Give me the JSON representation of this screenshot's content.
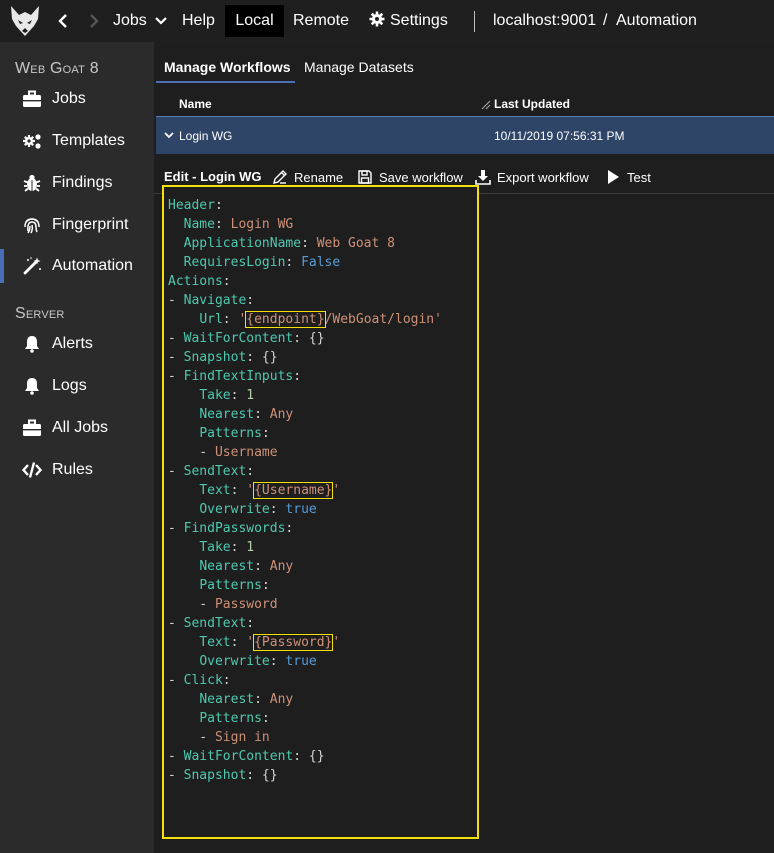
{
  "topbar": {
    "menu": [
      {
        "label": "Jobs"
      },
      {
        "label": "Help"
      },
      {
        "label": "Local"
      },
      {
        "label": "Remote"
      },
      {
        "label": "Settings"
      }
    ],
    "breadcrumb": {
      "host": "localhost:9001",
      "separator": "/",
      "page": "Automation"
    }
  },
  "sidebar": {
    "sections": [
      {
        "label": "Web Goat 8",
        "items": [
          {
            "label": "Jobs",
            "icon": "briefcase-icon"
          },
          {
            "label": "Templates",
            "icon": "gears-icon"
          },
          {
            "label": "Findings",
            "icon": "bug-icon"
          },
          {
            "label": "Fingerprint",
            "icon": "fingerprint-icon"
          },
          {
            "label": "Automation",
            "icon": "magic-wand-icon",
            "active": true
          }
        ]
      },
      {
        "label": "Server",
        "items": [
          {
            "label": "Alerts",
            "icon": "bell-icon"
          },
          {
            "label": "Logs",
            "icon": "bell-icon"
          },
          {
            "label": "All Jobs",
            "icon": "briefcase-icon"
          },
          {
            "label": "Rules",
            "icon": "code-icon"
          }
        ]
      }
    ]
  },
  "main": {
    "tabs": [
      {
        "label": "Manage Workflows",
        "active": true
      },
      {
        "label": "Manage Datasets"
      }
    ],
    "grid": {
      "columns": [
        "Name",
        "Last Updated"
      ],
      "rows": [
        {
          "name": "Login WG",
          "updated": "10/11/2019 07:56:31 PM"
        }
      ]
    },
    "toolbar": {
      "title": "Edit - Login WG",
      "rename": "Rename",
      "save": "Save workflow",
      "export": "Export workflow",
      "test": "Test"
    },
    "editor": {
      "lines": [
        [
          [
            "k",
            "Header"
          ],
          [
            "p",
            ":"
          ]
        ],
        [
          [
            "p",
            "  "
          ],
          [
            "k",
            "Name"
          ],
          [
            "p",
            ": "
          ],
          [
            "s",
            "Login WG"
          ]
        ],
        [
          [
            "p",
            "  "
          ],
          [
            "k",
            "ApplicationName"
          ],
          [
            "p",
            ": "
          ],
          [
            "s",
            "Web Goat 8"
          ]
        ],
        [
          [
            "p",
            "  "
          ],
          [
            "k",
            "RequiresLogin"
          ],
          [
            "p",
            ": "
          ],
          [
            "b",
            "False"
          ]
        ],
        [
          [
            "k",
            "Actions"
          ],
          [
            "p",
            ":"
          ]
        ],
        [
          [
            "p",
            "- "
          ],
          [
            "k",
            "Navigate"
          ],
          [
            "p",
            ":"
          ]
        ],
        [
          [
            "p",
            "    "
          ],
          [
            "k",
            "Url"
          ],
          [
            "p",
            ": "
          ],
          [
            "s",
            "'"
          ],
          [
            "hs",
            "{endpoint}"
          ],
          [
            "s",
            "/WebGoat/login'"
          ]
        ],
        [
          [
            "p",
            "- "
          ],
          [
            "k",
            "WaitForContent"
          ],
          [
            "p",
            ": {}"
          ]
        ],
        [
          [
            "p",
            "- "
          ],
          [
            "k",
            "Snapshot"
          ],
          [
            "p",
            ": {}"
          ]
        ],
        [
          [
            "p",
            "- "
          ],
          [
            "k",
            "FindTextInputs"
          ],
          [
            "p",
            ":"
          ]
        ],
        [
          [
            "p",
            "    "
          ],
          [
            "k",
            "Take"
          ],
          [
            "p",
            ": "
          ],
          [
            "n",
            "1"
          ]
        ],
        [
          [
            "p",
            "    "
          ],
          [
            "k",
            "Nearest"
          ],
          [
            "p",
            ": "
          ],
          [
            "s",
            "Any"
          ]
        ],
        [
          [
            "p",
            "    "
          ],
          [
            "k",
            "Patterns"
          ],
          [
            "p",
            ":"
          ]
        ],
        [
          [
            "p",
            "    - "
          ],
          [
            "s",
            "Username"
          ]
        ],
        [
          [
            "p",
            "- "
          ],
          [
            "k",
            "SendText"
          ],
          [
            "p",
            ":"
          ]
        ],
        [
          [
            "p",
            "    "
          ],
          [
            "k",
            "Text"
          ],
          [
            "p",
            ": "
          ],
          [
            "s",
            "'"
          ],
          [
            "hs",
            "{Username}"
          ],
          [
            "s",
            "'"
          ]
        ],
        [
          [
            "p",
            "    "
          ],
          [
            "k",
            "Overwrite"
          ],
          [
            "p",
            ": "
          ],
          [
            "b",
            "true"
          ]
        ],
        [
          [
            "p",
            "- "
          ],
          [
            "k",
            "FindPasswords"
          ],
          [
            "p",
            ":"
          ]
        ],
        [
          [
            "p",
            "    "
          ],
          [
            "k",
            "Take"
          ],
          [
            "p",
            ": "
          ],
          [
            "n",
            "1"
          ]
        ],
        [
          [
            "p",
            "    "
          ],
          [
            "k",
            "Nearest"
          ],
          [
            "p",
            ": "
          ],
          [
            "s",
            "Any"
          ]
        ],
        [
          [
            "p",
            "    "
          ],
          [
            "k",
            "Patterns"
          ],
          [
            "p",
            ":"
          ]
        ],
        [
          [
            "p",
            "    - "
          ],
          [
            "s",
            "Password"
          ]
        ],
        [
          [
            "p",
            "- "
          ],
          [
            "k",
            "SendText"
          ],
          [
            "p",
            ":"
          ]
        ],
        [
          [
            "p",
            "    "
          ],
          [
            "k",
            "Text"
          ],
          [
            "p",
            ": "
          ],
          [
            "s",
            "'"
          ],
          [
            "hs",
            "{Password}"
          ],
          [
            "s",
            "'"
          ]
        ],
        [
          [
            "p",
            "    "
          ],
          [
            "k",
            "Overwrite"
          ],
          [
            "p",
            ": "
          ],
          [
            "b",
            "true"
          ]
        ],
        [
          [
            "p",
            "- "
          ],
          [
            "k",
            "Click"
          ],
          [
            "p",
            ":"
          ]
        ],
        [
          [
            "p",
            "    "
          ],
          [
            "k",
            "Nearest"
          ],
          [
            "p",
            ": "
          ],
          [
            "s",
            "Any"
          ]
        ],
        [
          [
            "p",
            "    "
          ],
          [
            "k",
            "Patterns"
          ],
          [
            "p",
            ":"
          ]
        ],
        [
          [
            "p",
            "    - "
          ],
          [
            "s",
            "Sign in"
          ]
        ],
        [
          [
            "p",
            "- "
          ],
          [
            "k",
            "WaitForContent"
          ],
          [
            "p",
            ": {}"
          ]
        ],
        [
          [
            "p",
            "- "
          ],
          [
            "k",
            "Snapshot"
          ],
          [
            "p",
            ": {}"
          ]
        ]
      ]
    }
  },
  "colors": {
    "accent": "#4a6fb6",
    "highlight": "#f5e10a",
    "selected_row": "#2f4568"
  }
}
